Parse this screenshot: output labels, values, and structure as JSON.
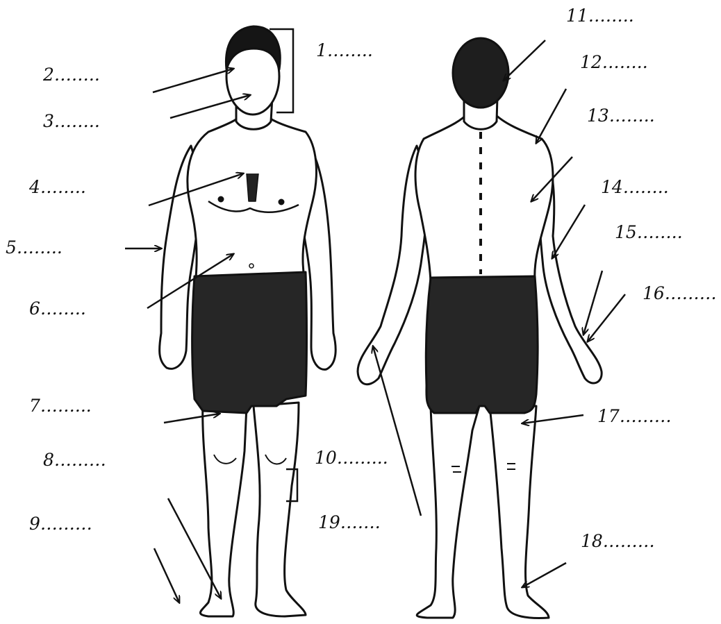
{
  "labels": [
    {
      "id": "1",
      "text": "1…….."
    },
    {
      "id": "2",
      "text": "2…….."
    },
    {
      "id": "3",
      "text": "3…….."
    },
    {
      "id": "4",
      "text": "4…….."
    },
    {
      "id": "5",
      "text": "5…….."
    },
    {
      "id": "6",
      "text": "6…….."
    },
    {
      "id": "7",
      "text": "7……..."
    },
    {
      "id": "8",
      "text": "8………"
    },
    {
      "id": "9",
      "text": "9………"
    },
    {
      "id": "10",
      "text": "10……..."
    },
    {
      "id": "11",
      "text": "11…….."
    },
    {
      "id": "12",
      "text": "12…….."
    },
    {
      "id": "13",
      "text": "13…….."
    },
    {
      "id": "14",
      "text": "14…….."
    },
    {
      "id": "15",
      "text": "15…….."
    },
    {
      "id": "16",
      "text": "16………"
    },
    {
      "id": "17",
      "text": "17………"
    },
    {
      "id": "18",
      "text": "18………"
    },
    {
      "id": "19",
      "text": "19……."
    }
  ],
  "colors": {
    "ink": "#111111",
    "skin": "#ffffff",
    "shorts": "#262626"
  }
}
